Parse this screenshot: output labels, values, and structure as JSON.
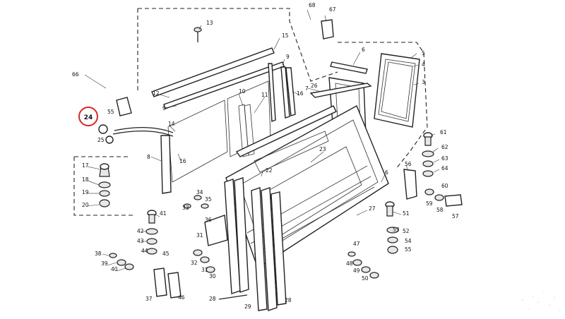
{
  "labels": [
    {
      "id": "l1",
      "text": "13"
    },
    {
      "id": "l2",
      "text": "68"
    },
    {
      "id": "l3",
      "text": "67"
    },
    {
      "id": "l4",
      "text": "15"
    },
    {
      "id": "l5",
      "text": "9"
    },
    {
      "id": "l6",
      "text": "6"
    },
    {
      "id": "l7",
      "text": "5"
    },
    {
      "id": "l8",
      "text": "4"
    },
    {
      "id": "l9",
      "text": "3"
    },
    {
      "id": "l10",
      "text": "66"
    },
    {
      "id": "l11",
      "text": "12"
    },
    {
      "id": "l12",
      "text": "55"
    },
    {
      "id": "l13",
      "text": "9"
    },
    {
      "id": "l14",
      "text": "10"
    },
    {
      "id": "l15",
      "text": "11"
    },
    {
      "id": "l16",
      "text": "16"
    },
    {
      "id": "l17",
      "text": "7"
    },
    {
      "id": "l18",
      "text": "26"
    },
    {
      "id": "l19",
      "text": "14"
    },
    {
      "id": "l20",
      "text": "25"
    },
    {
      "id": "l21",
      "text": "8"
    },
    {
      "id": "l22",
      "text": "16"
    },
    {
      "id": "l23",
      "text": "23"
    },
    {
      "id": "l24",
      "text": "22"
    },
    {
      "id": "l25",
      "text": "61"
    },
    {
      "id": "l26",
      "text": "62"
    },
    {
      "id": "l27",
      "text": "63"
    },
    {
      "id": "l28",
      "text": "64"
    },
    {
      "id": "l29",
      "text": "17"
    },
    {
      "id": "l30",
      "text": "18"
    },
    {
      "id": "l31",
      "text": "19"
    },
    {
      "id": "l32",
      "text": "20"
    },
    {
      "id": "l33",
      "text": "34"
    },
    {
      "id": "l34",
      "text": "33"
    },
    {
      "id": "l35",
      "text": "35"
    },
    {
      "id": "l36",
      "text": "36"
    },
    {
      "id": "l37",
      "text": "6"
    },
    {
      "id": "l38",
      "text": "56"
    },
    {
      "id": "l39",
      "text": "60"
    },
    {
      "id": "l40",
      "text": "59"
    },
    {
      "id": "l41",
      "text": "58"
    },
    {
      "id": "l42",
      "text": "57"
    },
    {
      "id": "l43",
      "text": "27"
    },
    {
      "id": "l44",
      "text": "51"
    },
    {
      "id": "l45",
      "text": "41"
    },
    {
      "id": "l46",
      "text": "42"
    },
    {
      "id": "l47",
      "text": "43"
    },
    {
      "id": "l48",
      "text": "44"
    },
    {
      "id": "l49",
      "text": "45"
    },
    {
      "id": "l50",
      "text": "31"
    },
    {
      "id": "l51",
      "text": "53"
    },
    {
      "id": "l52",
      "text": "52"
    },
    {
      "id": "l53",
      "text": "54"
    },
    {
      "id": "l54",
      "text": "55"
    },
    {
      "id": "l55",
      "text": "38"
    },
    {
      "id": "l56",
      "text": "39"
    },
    {
      "id": "l57",
      "text": "40"
    },
    {
      "id": "l58",
      "text": "32"
    },
    {
      "id": "l59",
      "text": "31"
    },
    {
      "id": "l60",
      "text": "30"
    },
    {
      "id": "l61",
      "text": "47"
    },
    {
      "id": "l62",
      "text": "48"
    },
    {
      "id": "l63",
      "text": "49"
    },
    {
      "id": "l64",
      "text": "50"
    },
    {
      "id": "l65",
      "text": "37"
    },
    {
      "id": "l66",
      "text": "46"
    },
    {
      "id": "l67",
      "text": "28"
    },
    {
      "id": "l68",
      "text": "29"
    },
    {
      "id": "l69",
      "text": "28"
    }
  ],
  "callout": {
    "text": "24",
    "color": "#d62828"
  }
}
